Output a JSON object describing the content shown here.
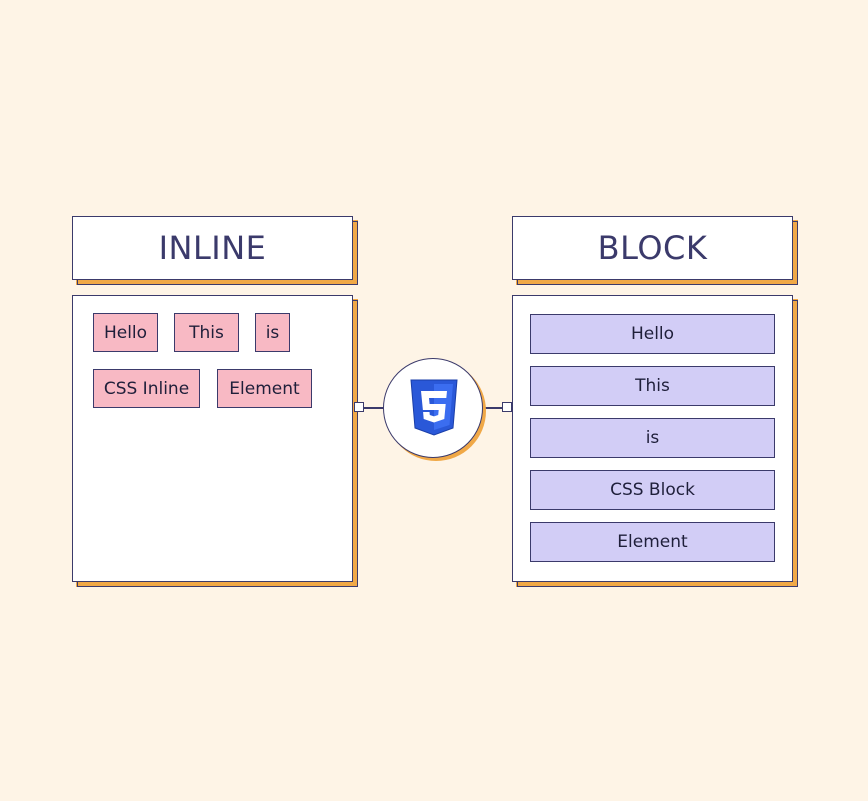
{
  "inline": {
    "title": "INLINE",
    "items": [
      "Hello",
      "This",
      "is",
      "CSS Inline",
      "Element"
    ]
  },
  "block": {
    "title": "BLOCK",
    "items": [
      "Hello",
      "This",
      "is",
      "CSS Block",
      "Element"
    ]
  },
  "colors": {
    "background": "#fef4e6",
    "border": "#3b3a6b",
    "shadow": "#f0a847",
    "inline_fill": "#f8b9c4",
    "block_fill": "#d2cdf6",
    "css_logo": "#2a58d8"
  },
  "center_icon": "css3-logo-icon"
}
